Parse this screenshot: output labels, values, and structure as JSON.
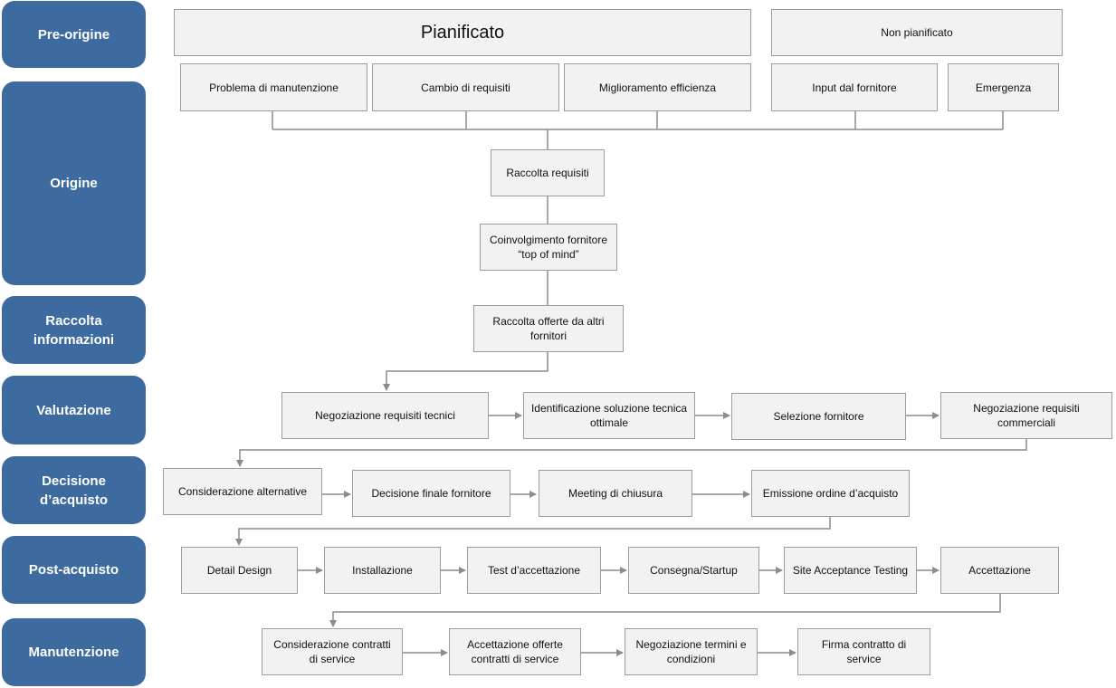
{
  "phases": {
    "pre_origine": "Pre-origine",
    "origine": "Origine",
    "raccolta_line1": "Raccolta",
    "raccolta_line2": "informazioni",
    "valutazione": "Valutazione",
    "decisione_line1": "Decisione",
    "decisione_line2": "d’acquisto",
    "post_acquisto": "Post-acquisto",
    "manutenzione": "Manutenzione"
  },
  "pre_origine": {
    "pianificato": "Pianificato",
    "non_pianificato": "Non pianificato"
  },
  "origine": {
    "problema": "Problema di manutenzione",
    "cambio": "Cambio di requisiti",
    "miglioramento": "Miglioramento efficienza",
    "input_fornitore": "Input dal fornitore",
    "emergenza": "Emergenza",
    "raccolta_requisiti": "Raccolta requisiti",
    "coinvolgimento": "Coinvolgimento fornitore “top of mind”"
  },
  "raccolta": {
    "offerte": "Raccolta offerte da altri fornitori"
  },
  "valutazione": {
    "negoziazione_tecnici": "Negoziazione requisiti tecnici",
    "identificazione": "Identificazione soluzione tecnica ottimale",
    "selezione": "Selezione fornitore",
    "negoziazione_commerciali": "Negoziazione requisiti commerciali"
  },
  "decisione": {
    "considerazione": "Considerazione alternative",
    "decisione_finale": "Decisione finale fornitore",
    "meeting": "Meeting di chiusura",
    "emissione": "Emissione ordine d’acquisto"
  },
  "post_acquisto": {
    "detail_design": "Detail Design",
    "installazione": "Installazione",
    "test": "Test d’accettazione",
    "consegna": "Consegna/Startup",
    "site_acceptance": "Site Acceptance Testing",
    "accettazione": "Accettazione"
  },
  "manutenzione": {
    "considerazione_service": "Considerazione contratti di service",
    "accettazione_offerte": "Accettazione offerte contratti di service",
    "negoziazione_termini": "Negoziazione termini e condizioni",
    "firma": "Firma contratto di service"
  }
}
